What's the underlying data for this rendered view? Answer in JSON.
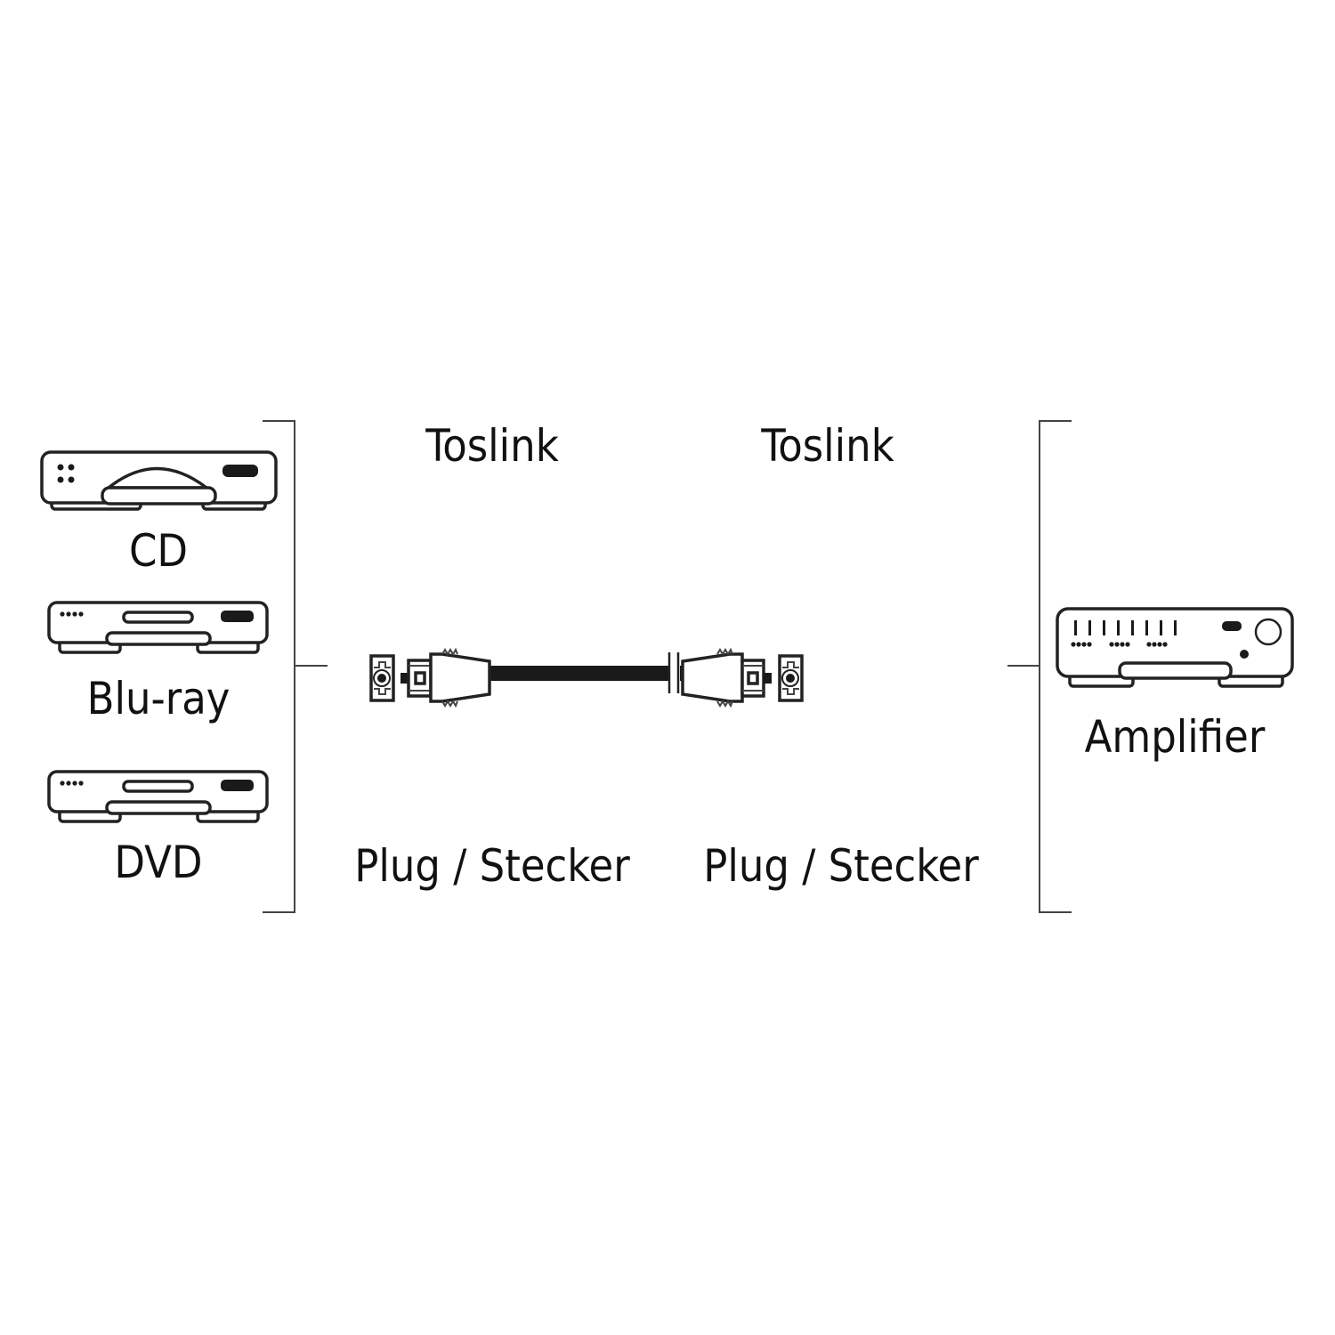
{
  "sources": [
    {
      "label": "CD",
      "icon": "cd-player-icon"
    },
    {
      "label": "Blu-ray",
      "icon": "bluray-player-icon"
    },
    {
      "label": "DVD",
      "icon": "dvd-player-icon"
    }
  ],
  "target": {
    "label": "Amplifier",
    "icon": "amplifier-icon"
  },
  "connectors": {
    "left": {
      "type": "Toslink",
      "gender": "Plug / Stecker"
    },
    "right": {
      "type": "Toslink",
      "gender": "Plug / Stecker"
    }
  },
  "colors": {
    "line": "#222222",
    "background": "#ffffff"
  }
}
